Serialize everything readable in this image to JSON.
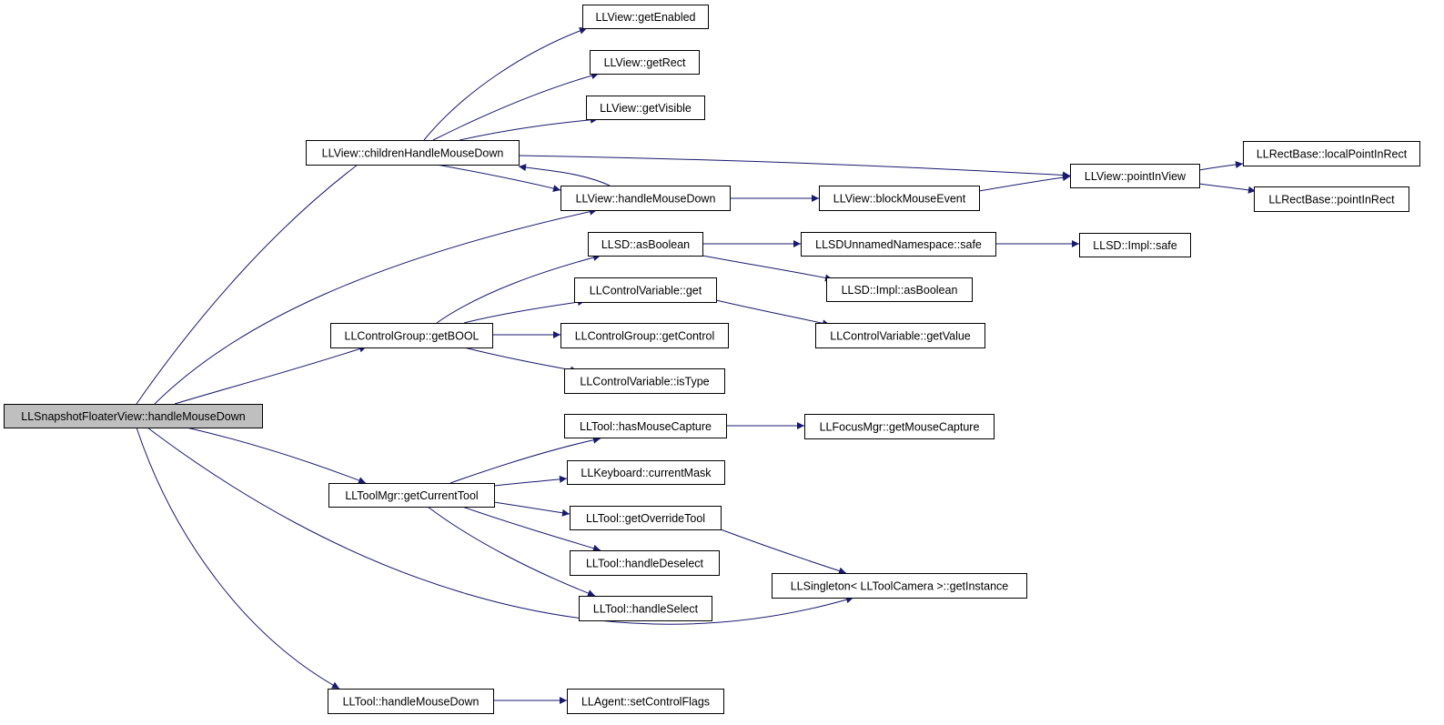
{
  "diagram": {
    "colors": {
      "edge": "#191970",
      "node_border": "#000000",
      "node_fill": "#ffffff",
      "root_fill": "#bfbfbf"
    },
    "nodes": [
      {
        "id": "root",
        "label": "LLSnapshotFloaterView::handleMouseDown",
        "root": true
      },
      {
        "id": "childrenHMD",
        "label": "LLView::childrenHandleMouseDown"
      },
      {
        "id": "getEnabled",
        "label": "LLView::getEnabled"
      },
      {
        "id": "getRect",
        "label": "LLView::getRect"
      },
      {
        "id": "getVisible",
        "label": "LLView::getVisible"
      },
      {
        "id": "pointInView",
        "label": "LLView::pointInView"
      },
      {
        "id": "viewHMD",
        "label": "LLView::handleMouseDown"
      },
      {
        "id": "blockMouseEvent",
        "label": "LLView::blockMouseEvent"
      },
      {
        "id": "localPointInRect",
        "label": "LLRectBase::localPointInRect"
      },
      {
        "id": "pointInRect",
        "label": "LLRectBase::pointInRect"
      },
      {
        "id": "getBOOL",
        "label": "LLControlGroup::getBOOL"
      },
      {
        "id": "asBoolean",
        "label": "LLSD::asBoolean"
      },
      {
        "id": "unnamedSafe",
        "label": "LLSDUnnamedNamespace::safe"
      },
      {
        "id": "implSafe",
        "label": "LLSD::Impl::safe"
      },
      {
        "id": "implAsBoolean",
        "label": "LLSD::Impl::asBoolean"
      },
      {
        "id": "cvGet",
        "label": "LLControlVariable::get"
      },
      {
        "id": "cvGetValue",
        "label": "LLControlVariable::getValue"
      },
      {
        "id": "getControl",
        "label": "LLControlGroup::getControl"
      },
      {
        "id": "isType",
        "label": "LLControlVariable::isType"
      },
      {
        "id": "getCurrentTool",
        "label": "LLToolMgr::getCurrentTool"
      },
      {
        "id": "hasMouseCapture",
        "label": "LLTool::hasMouseCapture"
      },
      {
        "id": "getMouseCapture",
        "label": "LLFocusMgr::getMouseCapture"
      },
      {
        "id": "currentMask",
        "label": "LLKeyboard::currentMask"
      },
      {
        "id": "getOverrideTool",
        "label": "LLTool::getOverrideTool"
      },
      {
        "id": "handleDeselect",
        "label": "LLTool::handleDeselect"
      },
      {
        "id": "handleSelect",
        "label": "LLTool::handleSelect"
      },
      {
        "id": "getInstance",
        "label": "LLSingleton< LLToolCamera >::getInstance"
      },
      {
        "id": "toolHMD",
        "label": "LLTool::handleMouseDown"
      },
      {
        "id": "setControlFlags",
        "label": "LLAgent::setControlFlags"
      }
    ],
    "edges": [
      {
        "from": "root",
        "to": "childrenHMD"
      },
      {
        "from": "root",
        "to": "viewHMD"
      },
      {
        "from": "root",
        "to": "getBOOL"
      },
      {
        "from": "root",
        "to": "getCurrentTool"
      },
      {
        "from": "root",
        "to": "getInstance"
      },
      {
        "from": "root",
        "to": "toolHMD"
      },
      {
        "from": "childrenHMD",
        "to": "getEnabled"
      },
      {
        "from": "childrenHMD",
        "to": "getRect"
      },
      {
        "from": "childrenHMD",
        "to": "getVisible"
      },
      {
        "from": "childrenHMD",
        "to": "pointInView"
      },
      {
        "from": "childrenHMD",
        "to": "viewHMD"
      },
      {
        "from": "viewHMD",
        "to": "childrenHMD"
      },
      {
        "from": "viewHMD",
        "to": "blockMouseEvent"
      },
      {
        "from": "blockMouseEvent",
        "to": "pointInView"
      },
      {
        "from": "pointInView",
        "to": "localPointInRect"
      },
      {
        "from": "pointInView",
        "to": "pointInRect"
      },
      {
        "from": "getBOOL",
        "to": "asBoolean"
      },
      {
        "from": "getBOOL",
        "to": "cvGet"
      },
      {
        "from": "getBOOL",
        "to": "getControl"
      },
      {
        "from": "getBOOL",
        "to": "isType"
      },
      {
        "from": "asBoolean",
        "to": "unnamedSafe"
      },
      {
        "from": "asBoolean",
        "to": "implAsBoolean"
      },
      {
        "from": "unnamedSafe",
        "to": "implSafe"
      },
      {
        "from": "cvGet",
        "to": "cvGetValue"
      },
      {
        "from": "getCurrentTool",
        "to": "hasMouseCapture"
      },
      {
        "from": "getCurrentTool",
        "to": "currentMask"
      },
      {
        "from": "getCurrentTool",
        "to": "getOverrideTool"
      },
      {
        "from": "getCurrentTool",
        "to": "handleDeselect"
      },
      {
        "from": "getCurrentTool",
        "to": "handleSelect"
      },
      {
        "from": "hasMouseCapture",
        "to": "getMouseCapture"
      },
      {
        "from": "getOverrideTool",
        "to": "getInstance"
      },
      {
        "from": "toolHMD",
        "to": "setControlFlags"
      }
    ]
  }
}
